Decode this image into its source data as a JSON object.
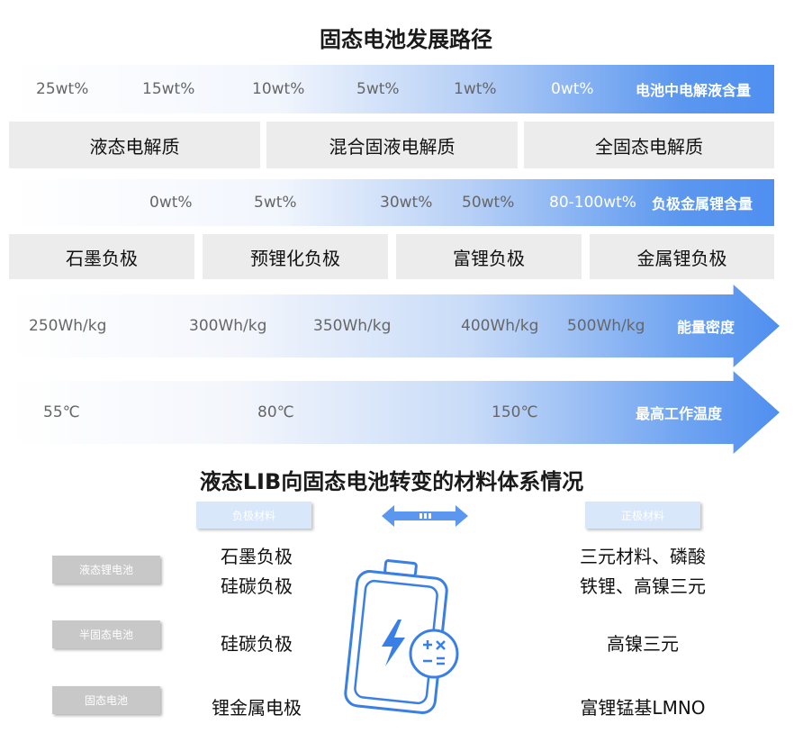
{
  "title_top": "固态电池发展路径",
  "electrolyte_bar": {
    "ticks": [
      "25wt%",
      "15wt%",
      "10wt%",
      "5wt%",
      "1wt%",
      "0wt%"
    ],
    "end_label": "电池中电解液含量"
  },
  "electrolyte_categories": [
    "液态电解质",
    "混合固液电解质",
    "全固态电解质"
  ],
  "anode_bar": {
    "ticks": [
      "0wt%",
      "5wt%",
      "30wt%",
      "50wt%",
      "80-100wt%"
    ],
    "end_label": "负极金属锂含量"
  },
  "anode_categories": [
    "石墨负极",
    "预锂化负极",
    "富锂负极",
    "金属锂负极"
  ],
  "energy_arrow": {
    "ticks": [
      "250Wh/kg",
      "300Wh/kg",
      "350Wh/kg",
      "400Wh/kg",
      "500Wh/kg"
    ],
    "end_label": "能量密度"
  },
  "temp_arrow": {
    "ticks": [
      "55℃",
      "80℃",
      "150℃"
    ],
    "end_label": "最高工作温度"
  },
  "title_bottom": "液态LIB向固态电池转变的材料体系情况",
  "headers": {
    "anode": "负极材料",
    "cathode": "正极材料"
  },
  "rows": [
    {
      "label": "液态锂电池",
      "anode": [
        "石墨负极",
        "硅碳负极"
      ],
      "cathode": [
        "三元材料、磷酸",
        "铁锂、高镍三元"
      ]
    },
    {
      "label": "半固态电池",
      "anode": [
        "硅碳负极"
      ],
      "cathode": [
        "高镍三元"
      ]
    },
    {
      "label": "固态电池",
      "anode": [
        "锂金属电极"
      ],
      "cathode": [
        "富锂锰基LMNO"
      ]
    }
  ],
  "colors": {
    "accent": "#4f8ff0",
    "box_gray": "#ececec",
    "icon_blue": "#3a7fe6"
  },
  "icons": [
    "double-arrow-icon",
    "battery-icon"
  ]
}
